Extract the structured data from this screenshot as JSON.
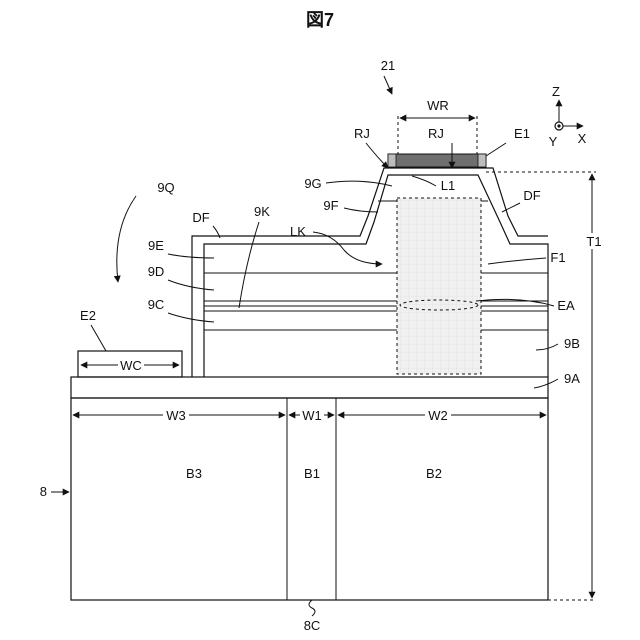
{
  "figure": {
    "title": "図7",
    "labels": {
      "n21": "21",
      "wr": "WR",
      "rj_left": "RJ",
      "rj_center": "RJ",
      "e1": "E1",
      "z": "Z",
      "y": "Y",
      "x": "X",
      "n9q": "9Q",
      "n9g": "9G",
      "l1": "L1",
      "df_right": "DF",
      "df_left": "DF",
      "n9k": "9K",
      "n9f": "9F",
      "lk": "LK",
      "n9e": "9E",
      "t1": "T1",
      "f1": "F1",
      "n9d": "9D",
      "ea": "EA",
      "n9c": "9C",
      "e2": "E2",
      "wc": "WC",
      "n9b": "9B",
      "n9a": "9A",
      "w3": "W3",
      "w1": "W1",
      "w2": "W2",
      "b3": "B3",
      "b1": "B1",
      "b2": "B2",
      "n8": "8",
      "n8c": "8C"
    },
    "colors": {
      "line": "#111111",
      "electrode_e1": "#6f6f6f",
      "region_f1": "#e9e9e9"
    }
  }
}
